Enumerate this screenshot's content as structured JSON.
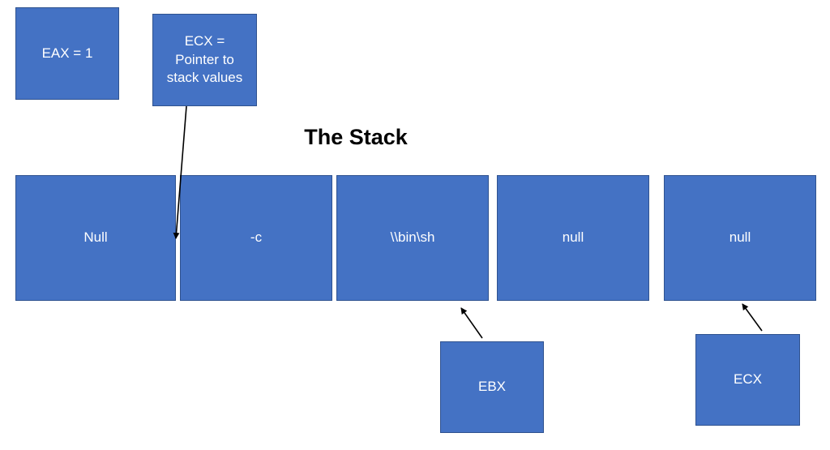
{
  "registers": {
    "eax": "EAX = 1",
    "ecx_pointer": {
      "line1": "ECX =",
      "line2": "Pointer to",
      "line3": "stack values"
    },
    "ebx": "EBX",
    "ecx": "ECX"
  },
  "stack": {
    "title": "The Stack",
    "cells": [
      "Null",
      "-c",
      "\\\\bin\\sh",
      "null",
      "null"
    ]
  },
  "colors": {
    "box_fill": "#4472C4",
    "box_border": "#2F528F",
    "text": "#FFFFFF",
    "arrow": "#000000"
  }
}
